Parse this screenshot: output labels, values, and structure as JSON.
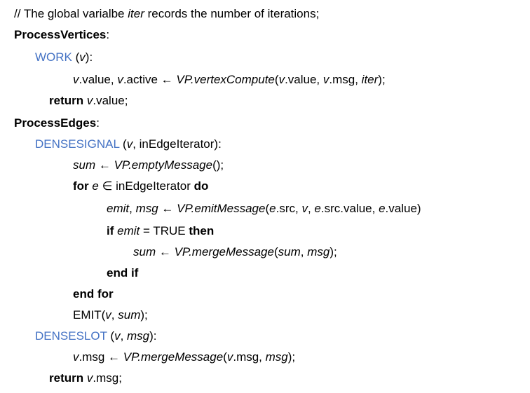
{
  "lines": [
    [
      {
        "t": "// The global varialbe "
      },
      {
        "t": "iter",
        "s": "i"
      },
      {
        "t": " records the number of iterations;"
      }
    ],
    [
      {
        "t": "ProcessVertices",
        "s": "b"
      },
      {
        "t": ":"
      }
    ],
    [
      {
        "t": "WORK",
        "s": "fn"
      },
      {
        "t": " ("
      },
      {
        "t": "v",
        "s": "i"
      },
      {
        "t": "):"
      }
    ],
    [
      {
        "t": "v",
        "s": "i"
      },
      {
        "t": ".value, "
      },
      {
        "t": "v",
        "s": "i"
      },
      {
        "t": ".active ← "
      },
      {
        "t": "VP.vertexCompute",
        "s": "i"
      },
      {
        "t": "("
      },
      {
        "t": "v",
        "s": "i"
      },
      {
        "t": ".value, "
      },
      {
        "t": "v",
        "s": "i"
      },
      {
        "t": ".msg, "
      },
      {
        "t": "iter",
        "s": "i"
      },
      {
        "t": ");"
      }
    ],
    [
      {
        "t": "return",
        "s": "b"
      },
      {
        "t": " "
      },
      {
        "t": "v",
        "s": "i"
      },
      {
        "t": ".value;"
      }
    ],
    [
      {
        "t": "ProcessEdges",
        "s": "b"
      },
      {
        "t": ":"
      }
    ],
    [
      {
        "t": "DENSESIGNAL",
        "s": "fn"
      },
      {
        "t": " ("
      },
      {
        "t": "v",
        "s": "i"
      },
      {
        "t": ", inEdgeIterator):"
      }
    ],
    [
      {
        "t": "sum",
        "s": "i"
      },
      {
        "t": " ← "
      },
      {
        "t": "VP.emptyMessage",
        "s": "i"
      },
      {
        "t": "();"
      }
    ],
    [
      {
        "t": "for",
        "s": "b"
      },
      {
        "t": " "
      },
      {
        "t": "e",
        "s": "i"
      },
      {
        "t": " ∈ inEdgeIterator "
      },
      {
        "t": "do",
        "s": "b"
      }
    ],
    [
      {
        "t": "emit",
        "s": "i"
      },
      {
        "t": ", "
      },
      {
        "t": "msg",
        "s": "i"
      },
      {
        "t": " ← "
      },
      {
        "t": "VP.emitMessage",
        "s": "i"
      },
      {
        "t": "("
      },
      {
        "t": "e",
        "s": "i"
      },
      {
        "t": ".src, "
      },
      {
        "t": "v",
        "s": "i"
      },
      {
        "t": ", "
      },
      {
        "t": "e",
        "s": "i"
      },
      {
        "t": ".src.value, "
      },
      {
        "t": "e",
        "s": "i"
      },
      {
        "t": ".value)"
      }
    ],
    [
      {
        "t": "if",
        "s": "b"
      },
      {
        "t": " "
      },
      {
        "t": "emit",
        "s": "i"
      },
      {
        "t": " = TRUE "
      },
      {
        "t": "then",
        "s": "b"
      }
    ],
    [
      {
        "t": "sum",
        "s": "i"
      },
      {
        "t": " ← "
      },
      {
        "t": "VP.mergeMessage",
        "s": "i"
      },
      {
        "t": "("
      },
      {
        "t": "sum",
        "s": "i"
      },
      {
        "t": ", "
      },
      {
        "t": "msg",
        "s": "i"
      },
      {
        "t": ");"
      }
    ],
    [
      {
        "t": "end if",
        "s": "b"
      }
    ],
    [
      {
        "t": "end for",
        "s": "b"
      }
    ],
    [
      {
        "t": "EMIT("
      },
      {
        "t": "v",
        "s": "i"
      },
      {
        "t": ", "
      },
      {
        "t": "sum",
        "s": "i"
      },
      {
        "t": ");"
      }
    ],
    [
      {
        "t": "DENSESLOT",
        "s": "fn"
      },
      {
        "t": " ("
      },
      {
        "t": "v",
        "s": "i"
      },
      {
        "t": ", "
      },
      {
        "t": "msg",
        "s": "i"
      },
      {
        "t": "):"
      }
    ],
    [
      {
        "t": "v",
        "s": "i"
      },
      {
        "t": ".msg ← "
      },
      {
        "t": "VP.mergeMessage",
        "s": "i"
      },
      {
        "t": "("
      },
      {
        "t": "v",
        "s": "i"
      },
      {
        "t": ".msg, "
      },
      {
        "t": "msg",
        "s": "i"
      },
      {
        "t": ");"
      }
    ],
    [
      {
        "t": "return",
        "s": "b"
      },
      {
        "t": " "
      },
      {
        "t": "v",
        "s": "i"
      },
      {
        "t": ".msg;"
      }
    ]
  ],
  "colors": {
    "function_name": "#4472c4",
    "text": "#000000"
  }
}
